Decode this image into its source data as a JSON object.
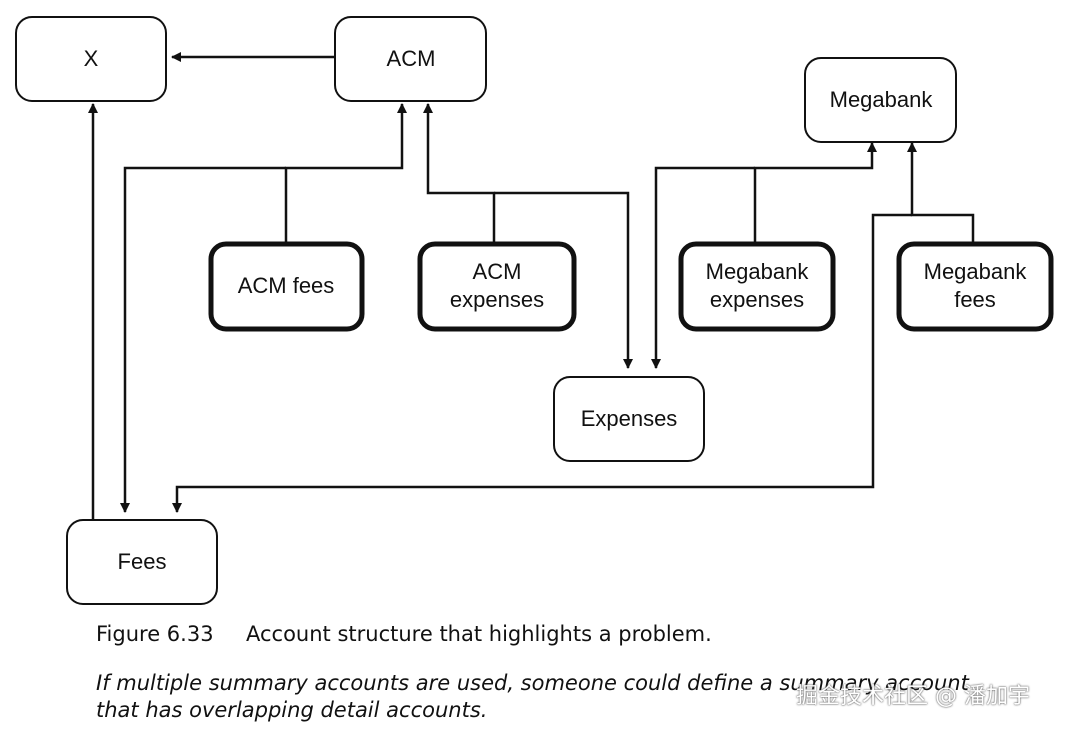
{
  "nodes": {
    "x": {
      "label": "X"
    },
    "acm": {
      "label": "ACM"
    },
    "megabank": {
      "label": "Megabank"
    },
    "acm_fees": {
      "label": "ACM fees"
    },
    "acm_expenses": {
      "line1": "ACM",
      "line2": "expenses"
    },
    "megabank_expenses": {
      "line1": "Megabank",
      "line2": "expenses"
    },
    "megabank_fees": {
      "line1": "Megabank",
      "line2": "fees"
    },
    "expenses": {
      "label": "Expenses"
    },
    "fees": {
      "label": "Fees"
    }
  },
  "caption": {
    "number": "Figure 6.33",
    "title": "Account structure that highlights a problem.",
    "body_line1": "If multiple summary accounts are used, someone could define a summary account",
    "body_line2": "that has overlapping detail accounts."
  },
  "watermark": "掘金技术社区 @ 潘加宇"
}
